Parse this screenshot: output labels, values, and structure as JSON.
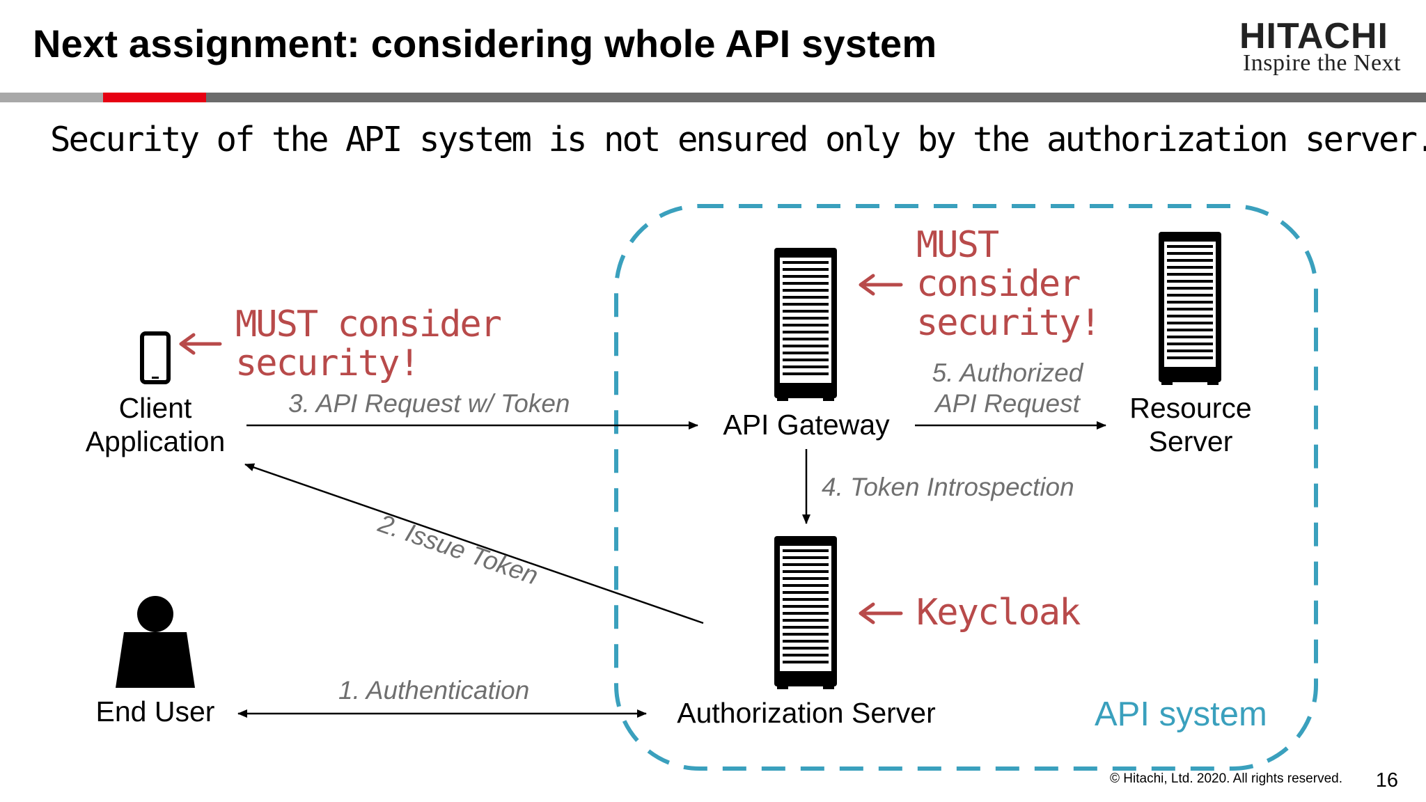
{
  "header": {
    "title": "Next assignment: considering whole API system",
    "logo_word": "HITACHI",
    "logo_tagline": "Inspire the Next"
  },
  "subtitle": "Security of the API system is not ensured only by the authorization server.",
  "nodes": {
    "client": "Client\nApplication",
    "end_user": "End User",
    "gateway": "API Gateway",
    "resource": "Resource\nServer",
    "auth": "Authorization Server"
  },
  "edges": {
    "authentication": "1. Authentication",
    "issue_token": "2. Issue Token",
    "api_request": "3. API Request w/ Token",
    "introspection": "4. Token Introspection",
    "authorized_request": "5. Authorized\nAPI Request"
  },
  "notes": {
    "client_note": "MUST consider\nsecurity!",
    "gateway_note": "MUST\nconsider\nsecurity!",
    "keycloak": "Keycloak"
  },
  "group_label": "API system",
  "footer": {
    "copyright": "© Hitachi, Ltd. 2020. All rights reserved.",
    "page": "16"
  },
  "colors": {
    "accent_red": "#b84a4a",
    "brand_red": "#e60012",
    "group_border": "#3aa0bd",
    "edge_label": "#6f6f6f"
  }
}
